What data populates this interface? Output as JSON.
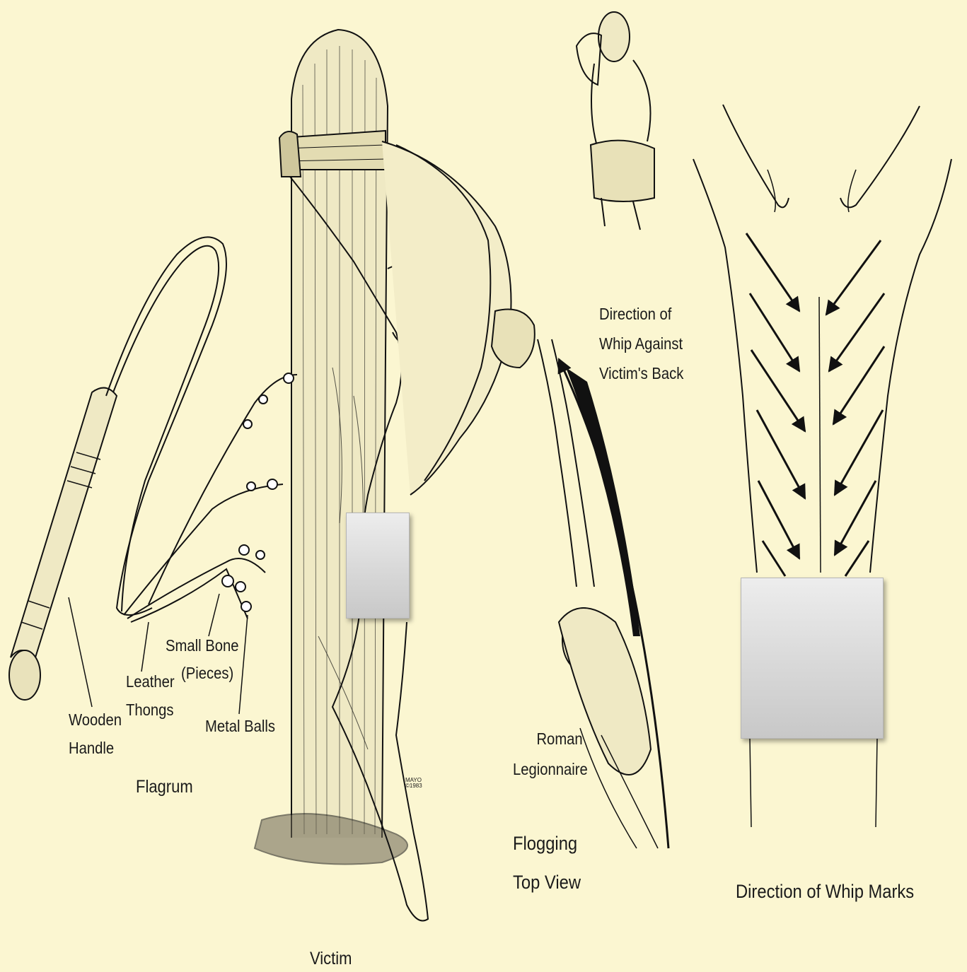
{
  "colors": {
    "background": "#fbf6d1",
    "ink": "#1a1a1a",
    "redaction_box": "#d9d9d9"
  },
  "labels": {
    "wooden_handle": [
      "Wooden",
      "Handle"
    ],
    "leather_thongs": [
      "Leather",
      "Thongs"
    ],
    "small_bone": [
      "Small Bone",
      "(Pieces)"
    ],
    "metal_balls": "Metal Balls",
    "flagrum": "Flagrum",
    "victim": "Victim",
    "direction_of_whip": [
      "Direction of",
      "Whip Against",
      "Victim's Back"
    ],
    "roman_legionnaire": [
      "Roman",
      "Legionnaire"
    ],
    "flogging_top_view": [
      "Flogging",
      "Top View"
    ],
    "direction_of_whip_marks": "Direction of Whip Marks",
    "artist_signature": [
      "MAYO",
      "©1983"
    ]
  }
}
